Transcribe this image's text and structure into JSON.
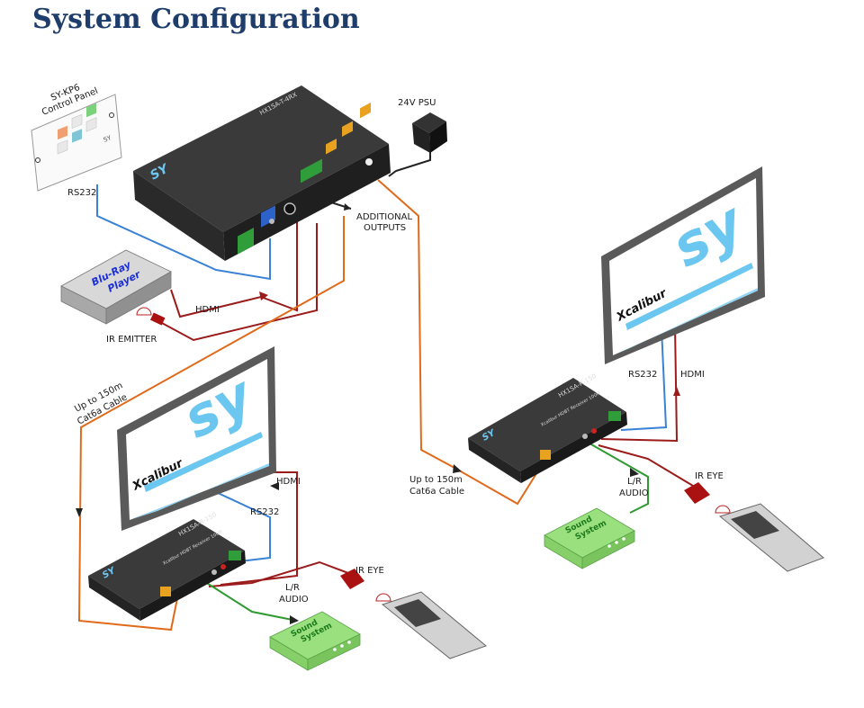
{
  "title": "System Configuration",
  "labels": {
    "control_panel_line1": "SY-KP6",
    "control_panel_line2": "Control Panel",
    "control_panel_sy": "SY",
    "rs232_top": "RS232",
    "psu": "24V PSU",
    "additional_outputs_line1": "ADDITIONAL",
    "additional_outputs_line2": "OUTPUTS",
    "bluray_line1": "Blu-Ray",
    "bluray_line2": "Player",
    "hdmi_bluray": "HDMI",
    "ir_emitter": "IR EMITTER",
    "cable_left_line1": "Up to 150m",
    "cable_left_line2": "Cat6a Cable",
    "cable_right_line1": "Up to 150m",
    "cable_right_line2": "Cat6a Cable",
    "hdmi_left": "HDMI",
    "rs232_left": "RS232",
    "lr_left_line1": "L/R",
    "lr_left_line2": "AUDIO",
    "ir_eye_left": "IR EYE",
    "sound_left_line1": "Sound",
    "sound_left_line2": "System",
    "rs232_right": "RS232",
    "hdmi_right": "HDMI",
    "lr_right_line1": "L/R",
    "lr_right_line2": "AUDIO",
    "ir_eye_right": "IR EYE",
    "sound_right_line1": "Sound",
    "sound_right_line2": "System",
    "tv_brand_left": "Xcalibur",
    "tv_brand_right": "Xcalibur",
    "tv_logo": "sy",
    "matrix_sy": "SY",
    "matrix_model": "HX1SA-T-4RX",
    "receiver_model": "HX1SA-R-150",
    "receiver_caption": "Xcalibur HDBT Receiver 100M"
  },
  "colors": {
    "title": "#1f3d6b",
    "rs232_cable": "#3a82d6",
    "hdmi_cable": "#9b1b1b",
    "cat6_cable": "#e06a1a",
    "audio_cable": "#2f9a2f",
    "sound_system": "#9be07f",
    "tv_logo": "#6cc7f0"
  },
  "icons": [
    "control-panel-icon",
    "matrix-transmitter-icon",
    "power-supply-icon",
    "bluray-player-icon",
    "ir-emitter-icon",
    "tv-display-icon",
    "hdbt-receiver-icon",
    "sound-system-icon",
    "ir-eye-icon",
    "remote-control-icon"
  ]
}
